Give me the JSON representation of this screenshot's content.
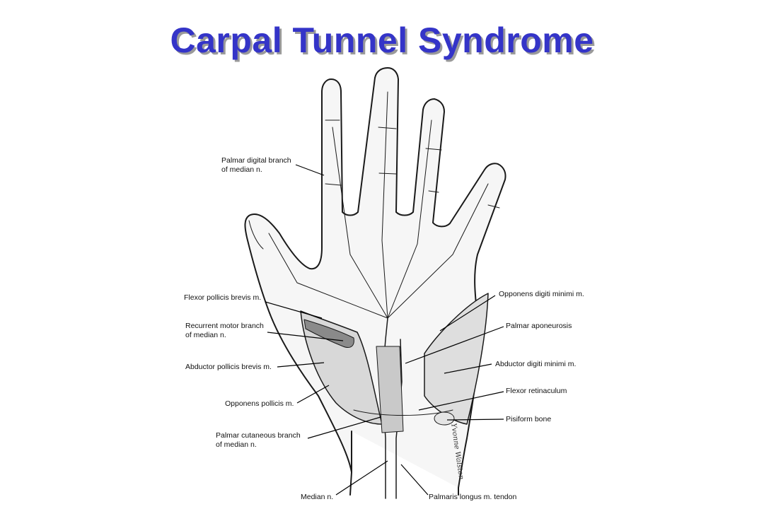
{
  "title": "Carpal Tunnel Syndrome",
  "labels": {
    "palmar_digital": "Palmar digital branch\nof median n.",
    "flexor_pollicis_brevis": "Flexor pollicis brevis m.",
    "recurrent_motor": "Recurrent motor branch\nof median n.",
    "abductor_pollicis_brevis": "Abductor pollicis brevis m.",
    "opponens_pollicis": "Opponens pollicis m.",
    "palmar_cutaneous": "Palmar cutaneous branch\nof median n.",
    "median_nerve": "Median n.",
    "palmaris_longus": "Palmaris longus m. tendon",
    "opponens_digiti_minimi": "Opponens digiti minimi m.",
    "palmar_aponeurosis": "Palmar aponeurosis",
    "abductor_digiti_minimi": "Abductor digiti minimi m.",
    "flexor_retinaculum": "Flexor retinaculum",
    "pisiform_bone": "Pisiform bone"
  },
  "signature": "Yvonne Walston"
}
